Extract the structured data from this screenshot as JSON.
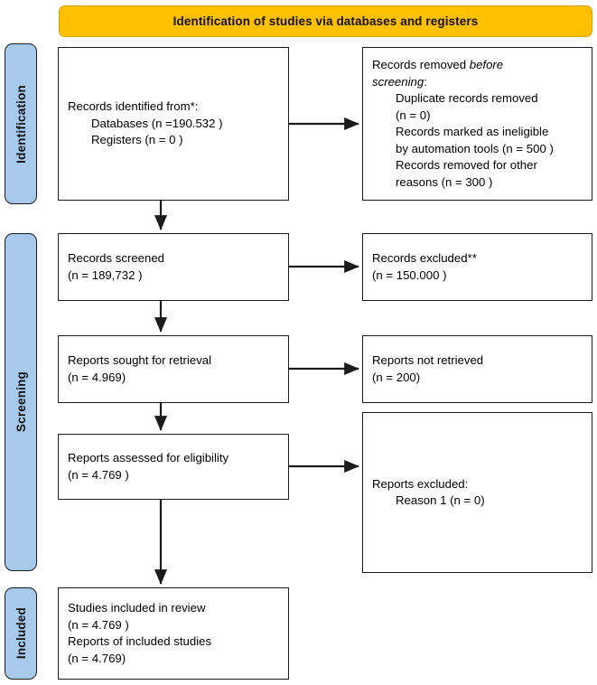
{
  "header": {
    "title": "Identification of studies via databases and registers",
    "fill_color": "#FFC000",
    "border_color": "#D6A200"
  },
  "stages": [
    {
      "label": "Identification",
      "fill_color": "#A7C9EC"
    },
    {
      "label": "Screening",
      "fill_color": "#A7C9EC"
    },
    {
      "label": "Included",
      "fill_color": "#A7C9EC"
    }
  ],
  "boxes": {
    "identified": {
      "line1": "Records identified from*:",
      "line2": "Databases (n =190.532 )",
      "line3": "Registers (n = 0 )"
    },
    "removed": {
      "line1_a": "Records removed ",
      "line1_italic": "before",
      "line2_italic": "screening",
      "line2_b": ":",
      "line3": "Duplicate records removed",
      "line4": "(n = 0)",
      "line5": "Records marked as ineligible",
      "line6": "by automation tools (n = 500 )",
      "line7": "Records removed for other",
      "line8": "reasons (n = 300 )"
    },
    "screened": {
      "line1": "Records screened",
      "line2": "(n = 189,732 )"
    },
    "excluded": {
      "line1": "Records excluded**",
      "line2": "(n = 150.000 )"
    },
    "sought": {
      "line1": "Reports sought for retrieval",
      "line2": "(n = 4.969)"
    },
    "not_retrieved": {
      "line1": "Reports not retrieved",
      "line2": "(n = 200)"
    },
    "assessed": {
      "line1": "Reports assessed for eligibility",
      "line2": "(n = 4.769 )"
    },
    "reports_excluded": {
      "line1": "Reports excluded:",
      "line2": "Reason 1 (n = 0)"
    },
    "included": {
      "line1": "Studies included in review",
      "line2": "(n = 4.769 )",
      "line3": "Reports of included studies",
      "line4": "(n = 4.769)"
    }
  },
  "chart_data": {
    "type": "diagram",
    "title": "Identification of studies via databases and registers",
    "nodes": [
      {
        "id": "identified",
        "stage": "Identification",
        "column": "left",
        "label": "Records identified from*: Databases (n =190.532 ); Registers (n = 0 )",
        "counts": {
          "databases": 190532,
          "registers": 0
        }
      },
      {
        "id": "removed",
        "stage": "Identification",
        "column": "right",
        "label": "Records removed before screening",
        "counts": {
          "duplicate_records_removed": 0,
          "marked_ineligible_by_automation_tools": 500,
          "removed_for_other_reasons": 300
        }
      },
      {
        "id": "screened",
        "stage": "Screening",
        "column": "left",
        "label": "Records screened",
        "counts": {
          "n": 189732
        }
      },
      {
        "id": "excluded",
        "stage": "Screening",
        "column": "right",
        "label": "Records excluded**",
        "counts": {
          "n": 150000
        }
      },
      {
        "id": "sought",
        "stage": "Screening",
        "column": "left",
        "label": "Reports sought for retrieval",
        "counts": {
          "n": 4969
        }
      },
      {
        "id": "not_retrieved",
        "stage": "Screening",
        "column": "right",
        "label": "Reports not retrieved",
        "counts": {
          "n": 200
        }
      },
      {
        "id": "assessed",
        "stage": "Screening",
        "column": "left",
        "label": "Reports assessed for eligibility",
        "counts": {
          "n": 4769
        }
      },
      {
        "id": "reports_excluded",
        "stage": "Screening",
        "column": "right",
        "label": "Reports excluded: Reason 1",
        "counts": {
          "reason_1": 0
        }
      },
      {
        "id": "included",
        "stage": "Included",
        "column": "left",
        "label": "Studies included in review; Reports of included studies",
        "counts": {
          "studies": 4769,
          "reports": 4769
        }
      }
    ],
    "edges": [
      {
        "from": "identified",
        "to": "removed",
        "direction": "right"
      },
      {
        "from": "identified",
        "to": "screened",
        "direction": "down"
      },
      {
        "from": "screened",
        "to": "excluded",
        "direction": "right"
      },
      {
        "from": "screened",
        "to": "sought",
        "direction": "down"
      },
      {
        "from": "sought",
        "to": "not_retrieved",
        "direction": "right"
      },
      {
        "from": "sought",
        "to": "assessed",
        "direction": "down"
      },
      {
        "from": "assessed",
        "to": "reports_excluded",
        "direction": "right"
      },
      {
        "from": "assessed",
        "to": "included",
        "direction": "down"
      }
    ]
  }
}
